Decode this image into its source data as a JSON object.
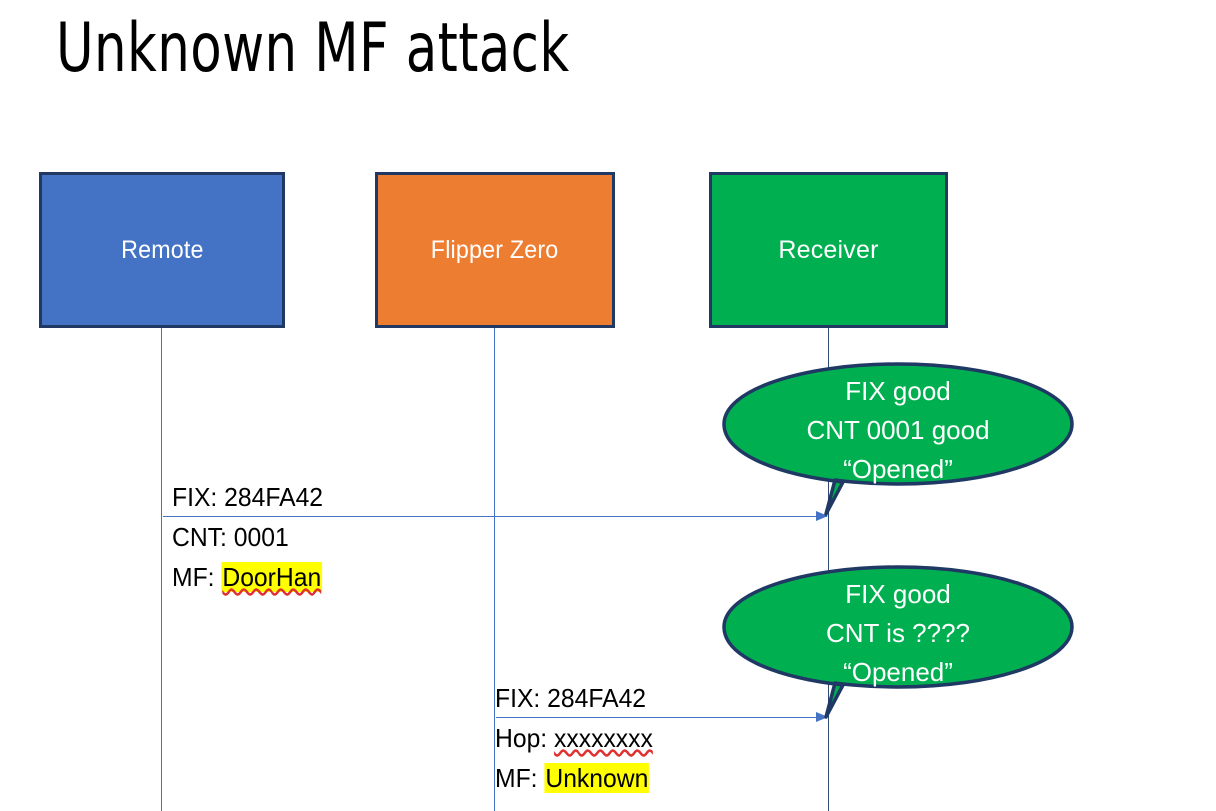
{
  "slide": {
    "title": "Unknown MF attack"
  },
  "colors": {
    "remote_fill": "#4472C4",
    "flipper_fill": "#ED7D31",
    "receiver_fill": "#00B050",
    "box_border": "#1F3864",
    "bubble_fill": "#00B050",
    "bubble_border": "#1F3864",
    "lifeline": "#4472C4",
    "highlight": "#FFFF00",
    "spellcheck_underline": "#E03030",
    "text_on_fill": "#FFFFFF",
    "text": "#000000"
  },
  "actors": [
    {
      "id": "remote",
      "label": "Remote"
    },
    {
      "id": "flipper",
      "label": "Flipper Zero"
    },
    {
      "id": "receiver",
      "label": "Receiver"
    }
  ],
  "messages": [
    {
      "id": "remote-to-receiver",
      "from": "remote",
      "to": "receiver",
      "lines": [
        {
          "label": "FIX: ",
          "value": "284FA42",
          "highlight": false,
          "spellcheck": false
        },
        {
          "label": "CNT: ",
          "value": "0001",
          "highlight": false,
          "spellcheck": false
        },
        {
          "label": "MF: ",
          "value": "DoorHan",
          "highlight": true,
          "spellcheck": true
        }
      ]
    },
    {
      "id": "flipper-to-receiver",
      "from": "flipper",
      "to": "receiver",
      "lines": [
        {
          "label": "FIX: ",
          "value": "284FA42",
          "highlight": false,
          "spellcheck": false
        },
        {
          "label": "Hop: ",
          "value": "xxxxxxxx",
          "highlight": false,
          "spellcheck": true
        },
        {
          "label": "MF: ",
          "value": "Unknown",
          "highlight": true,
          "spellcheck": false
        }
      ]
    }
  ],
  "callouts": [
    {
      "id": "callout-1",
      "owner": "receiver",
      "lines": [
        "FIX good",
        "CNT 0001 good",
        "“Opened”"
      ]
    },
    {
      "id": "callout-2",
      "owner": "receiver",
      "lines": [
        "FIX good",
        "CNT is ????",
        "“Opened”"
      ]
    }
  ]
}
